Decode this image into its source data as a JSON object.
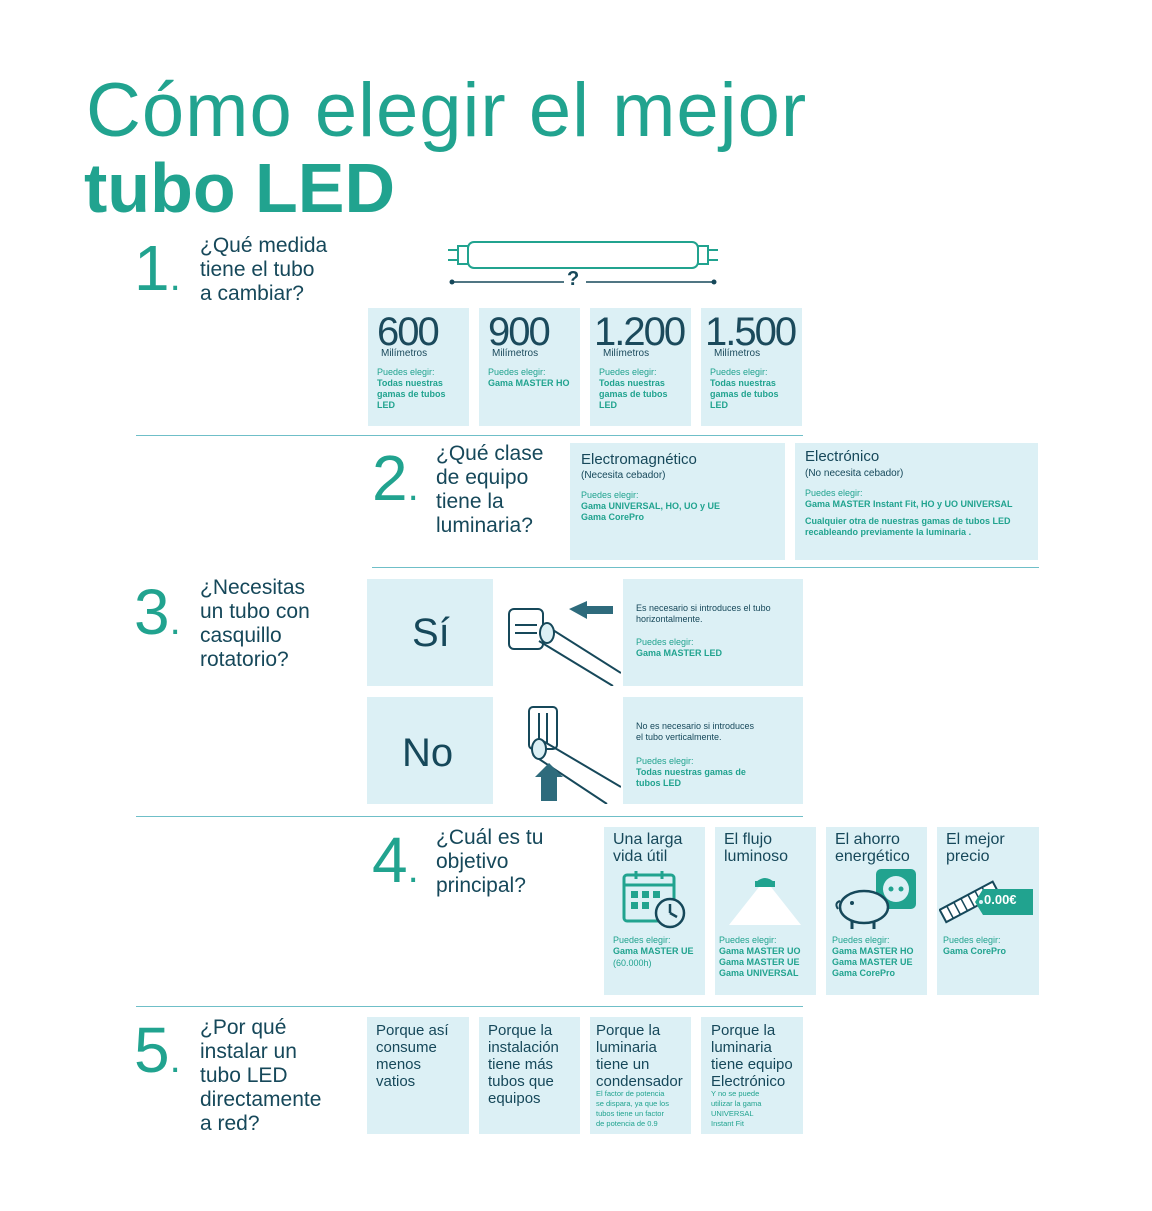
{
  "title": {
    "line1": "Cómo elegir el mejor",
    "line2": "tubo LED"
  },
  "q1": {
    "num": "1",
    "question": [
      "¿Qué medida",
      "tiene el tubo",
      "a cambiar?"
    ],
    "tube_label": "?",
    "sizes": [
      {
        "value": "600",
        "unit": "Milímetros",
        "pick": "Puedes elegir:",
        "options": [
          "Todas nuestras",
          "gamas de tubos",
          "LED"
        ]
      },
      {
        "value": "900",
        "unit": "Milímetros",
        "pick": "Puedes elegir:",
        "options": [
          "Gama MASTER HO"
        ]
      },
      {
        "value": "1.200",
        "unit": "Milímetros",
        "pick": "Puedes elegir:",
        "options": [
          "Todas nuestras",
          "gamas de tubos",
          "LED"
        ]
      },
      {
        "value": "1.500",
        "unit": "Milímetros",
        "pick": "Puedes elegir:",
        "options": [
          "Todas nuestras",
          "gamas de tubos",
          "LED"
        ]
      }
    ]
  },
  "q2": {
    "num": "2",
    "question": [
      "¿Qué clase",
      "de equipo",
      "tiene la",
      "luminaria?"
    ],
    "types": [
      {
        "title": "Electromagnético",
        "sub": "(Necesita cebador)",
        "pick": "Puedes elegir:",
        "options": [
          "Gama UNIVERSAL, HO, UO y UE",
          "Gama CorePro"
        ],
        "extra": []
      },
      {
        "title": "Electrónico",
        "sub": "(No necesita cebador)",
        "pick": "Puedes elegir:",
        "options": [
          "Gama MASTER Instant Fit, HO y UO UNIVERSAL"
        ],
        "extra": [
          "Cualquier otra de nuestras gamas de tubos LED",
          "recableando previamente la luminaria ."
        ]
      }
    ]
  },
  "q3": {
    "num": "3",
    "question": [
      "¿Necesitas",
      "un tubo con",
      "casquillo",
      "rotatorio?"
    ],
    "answers": [
      {
        "label": "Sí",
        "desc": [
          "Es necesario si introduces el tubo",
          "horizontalmente."
        ],
        "pick": "Puedes elegir:",
        "options": [
          "Gama MASTER LED"
        ]
      },
      {
        "label": "No",
        "desc": [
          "No es necesario si introduces",
          "el tubo verticalmente."
        ],
        "pick": "Puedes elegir:",
        "options": [
          "Todas nuestras gamas de",
          "tubos LED"
        ]
      }
    ]
  },
  "q4": {
    "num": "4",
    "question": [
      "¿Cuál es tu",
      "objetivo",
      "principal?"
    ],
    "goals": [
      {
        "title": [
          "Una larga",
          "vida útil"
        ],
        "icon": "calendar-clock-icon",
        "pick": "Puedes elegir:",
        "options": [
          "Gama MASTER UE"
        ],
        "note": "(60.000h)"
      },
      {
        "title": [
          "El flujo",
          "luminoso"
        ],
        "icon": "lamp-light-icon",
        "pick": "Puedes elegir:",
        "options": [
          "Gama MASTER UO",
          "Gama MASTER UE",
          "Gama UNIVERSAL"
        ],
        "note": ""
      },
      {
        "title": [
          "El ahorro",
          "energético"
        ],
        "icon": "piggy-bank-plug-icon",
        "pick": "Puedes elegir:",
        "options": [
          "Gama MASTER HO",
          "Gama MASTER UE",
          "Gama CorePro"
        ],
        "note": ""
      },
      {
        "title": [
          "El mejor",
          "precio"
        ],
        "icon": "price-tag-icon",
        "price": "0.00€",
        "pick": "Puedes elegir:",
        "options": [
          "Gama CorePro"
        ],
        "note": ""
      }
    ]
  },
  "q5": {
    "num": "5",
    "question": [
      "¿Por qué",
      "instalar un",
      "tubo LED",
      "directamente",
      "a red?"
    ],
    "reasons": [
      {
        "title": [
          "Porque así",
          "consume",
          "menos",
          "vatios"
        ],
        "note": []
      },
      {
        "title": [
          "Porque la",
          "instalación",
          "tiene más",
          "tubos que",
          "equipos"
        ],
        "note": []
      },
      {
        "title": [
          "Porque la",
          "luminaria",
          "tiene un",
          "condensador"
        ],
        "note": [
          "El factor de potencia",
          "se dispara, ya que los",
          "tubos tiene un factor",
          "de potencia de 0.9"
        ]
      },
      {
        "title": [
          "Porque la",
          "luminaria",
          "tiene equipo",
          "Electrónico"
        ],
        "note": [
          "Y no se puede",
          "utilizar la gama",
          "UNIVERSAL",
          "Instant Fit"
        ]
      }
    ]
  },
  "colors": {
    "teal": "#21a38f",
    "navy": "#16485a",
    "panel": "#dcf0f5"
  }
}
